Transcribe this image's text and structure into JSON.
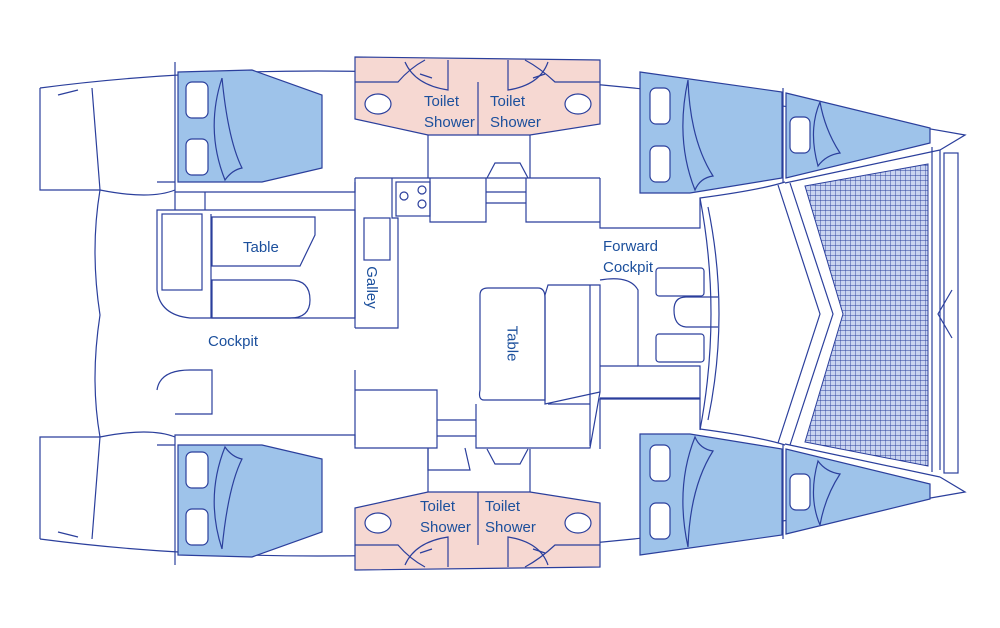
{
  "title": "Catamaran deck layout",
  "colors": {
    "line": "#2b3f9c",
    "cabin_fill": "#9ec3ea",
    "head_fill": "#f6d8d2",
    "text": "#1b4f9c"
  },
  "labels": {
    "head_top_left": {
      "l1": "Toilet",
      "l2": "Shower"
    },
    "head_top_right": {
      "l1": "Toilet",
      "l2": "Shower"
    },
    "head_bottom_left": {
      "l1": "Toilet",
      "l2": "Shower"
    },
    "head_bottom_right": {
      "l1": "Toilet",
      "l2": "Shower"
    },
    "cockpit_table": "Table",
    "galley": "Galley",
    "cockpit": "Cockpit",
    "forward_cockpit": {
      "l1": "Forward",
      "l2": "Cockpit"
    },
    "saloon_table": "Table"
  }
}
